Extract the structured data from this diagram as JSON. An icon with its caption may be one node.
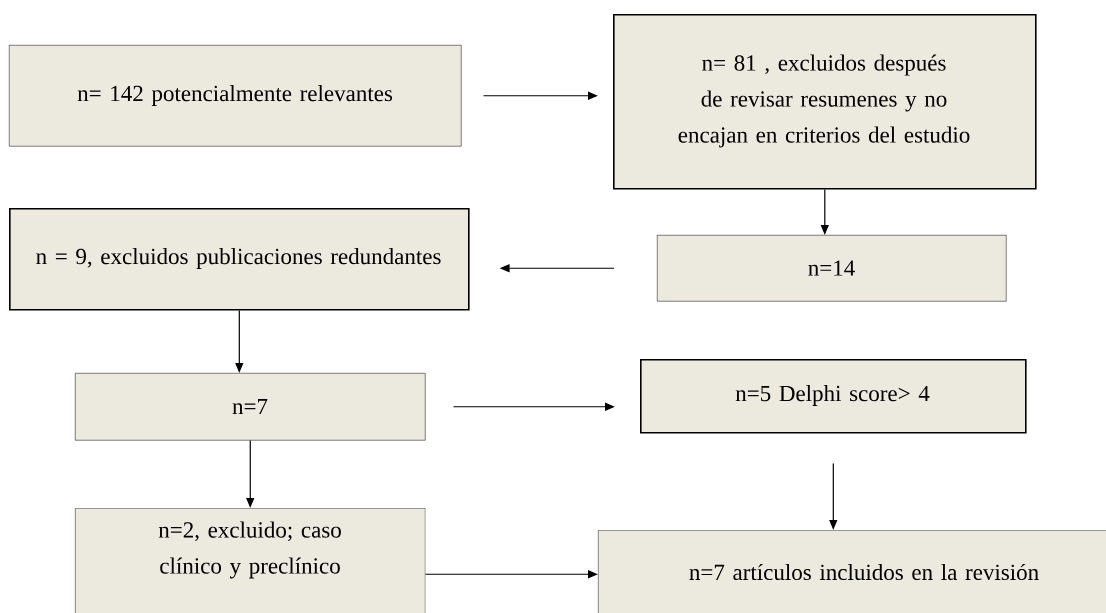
{
  "diagram": {
    "nodes": [
      {
        "text": [
          "n= 142 potencialmente relevantes"
        ]
      },
      {
        "text": [
          "n= 81 , excluidos después de revisar resumenes y no encajan en criterios del estudio"
        ]
      },
      {
        "text": [
          "n = 9, excluidos publicaciones redundantes"
        ]
      },
      {
        "text": [
          "n=14"
        ]
      },
      {
        "text": [
          "n=7"
        ]
      },
      {
        "text": [
          "n=5 Delphi score> 4"
        ]
      },
      {
        "text": [
          "n=2, excluido; caso clínico y preclínico"
        ]
      },
      {
        "text": [
          "n=7 artículos incluidos en la revisión"
        ]
      }
    ],
    "edges": [
      {
        "from": 0,
        "to": 1,
        "arrow": "to"
      },
      {
        "from": 1,
        "to": 3,
        "arrow": "to"
      },
      {
        "from": 3,
        "to": 2,
        "arrow": "to"
      },
      {
        "from": 2,
        "to": 4,
        "arrow": "to"
      },
      {
        "from": 4,
        "to": 5,
        "arrow": "to"
      },
      {
        "from": 4,
        "to": 6,
        "arrow": "to"
      },
      {
        "from": 5,
        "to": 7,
        "arrow": "to"
      },
      {
        "from": 6,
        "to": 7,
        "arrow": "to"
      }
    ]
  }
}
